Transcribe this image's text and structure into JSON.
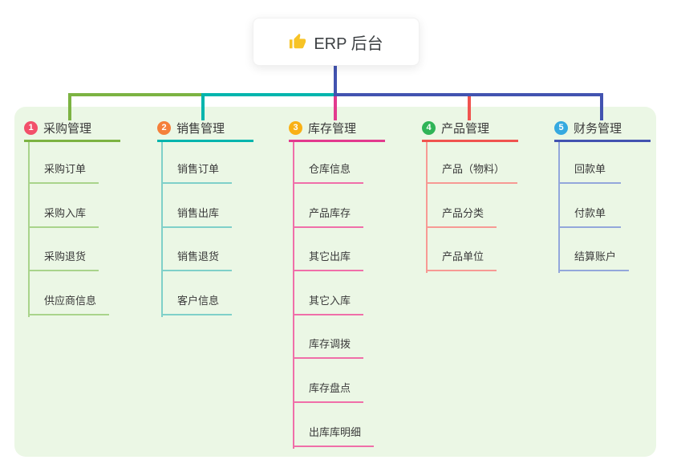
{
  "root": {
    "title": "ERP 后台",
    "icon": "thumbs-up-icon",
    "icon_color": "#f7c325"
  },
  "colors": {
    "panel_background": "#ebf7e5",
    "root_line_color": "#4253b0",
    "text_color": "#3a3a3a"
  },
  "branches": [
    {
      "badge": "1",
      "badge_color": "#f2506a",
      "line_color": "#7cb342",
      "sub_line_color": "#a9d48b",
      "title": "采购管理",
      "items": [
        "采购订单",
        "采购入库",
        "采购退货",
        "供应商信息"
      ]
    },
    {
      "badge": "2",
      "badge_color": "#f5803a",
      "line_color": "#00b5ad",
      "sub_line_color": "#7fd0c9",
      "title": "销售管理",
      "items": [
        "销售订单",
        "销售出库",
        "销售退货",
        "客户信息"
      ]
    },
    {
      "badge": "3",
      "badge_color": "#f9b115",
      "line_color": "#e23a8e",
      "sub_line_color": "#f06fa9",
      "title": "库存管理",
      "items": [
        "仓库信息",
        "产品库存",
        "其它出库",
        "其它入库",
        "库存调拨",
        "库存盘点",
        "出库库明细"
      ]
    },
    {
      "badge": "4",
      "badge_color": "#2fb457",
      "line_color": "#f0544f",
      "sub_line_color": "#f79a94",
      "title": "产品管理",
      "items": [
        "产品（物料）",
        "产品分类",
        "产品单位"
      ]
    },
    {
      "badge": "5",
      "badge_color": "#35a9e0",
      "line_color": "#4253b0",
      "sub_line_color": "#93a7db",
      "title": "财务管理",
      "items": [
        "回款单",
        "付款单",
        "结算账户"
      ]
    }
  ]
}
